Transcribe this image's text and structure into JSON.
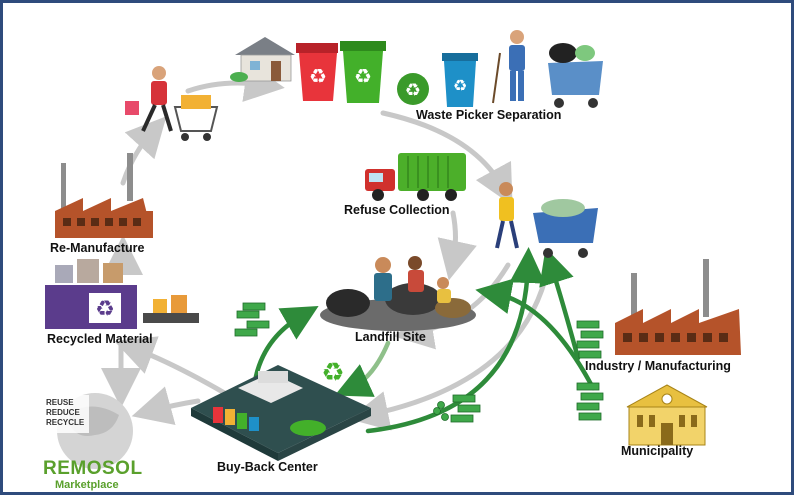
{
  "labels": {
    "waste_picker_separation": "Waste Picker Separation",
    "refuse_collection": "Refuse Collection",
    "re_manufacture": "Re-Manufacture",
    "landfill_site": "Landfill Site",
    "recycled_material": "Recycled Material",
    "industry_manufacturing": "Industry / Manufacturing",
    "buy_back_center": "Buy-Back Center",
    "municipality": "Municipality"
  },
  "logo": {
    "brand": "REMOSOL",
    "subtitle": "Marketplace",
    "badge_lines": [
      "REUSE",
      "REDUCE",
      "RECYCLE"
    ]
  },
  "colors": {
    "frame": "#2f4b7c",
    "cycle_arrow": "#c8c8c8",
    "money_arrow": "#2e8b3a",
    "bin_red": "#e8343b",
    "bin_green": "#43b02a",
    "bin_blue": "#1e90c8",
    "truck": "#4caf2a",
    "brick": "#b5532a",
    "brand_green": "#5aa02c",
    "brand_gray": "#8a8a8a"
  }
}
